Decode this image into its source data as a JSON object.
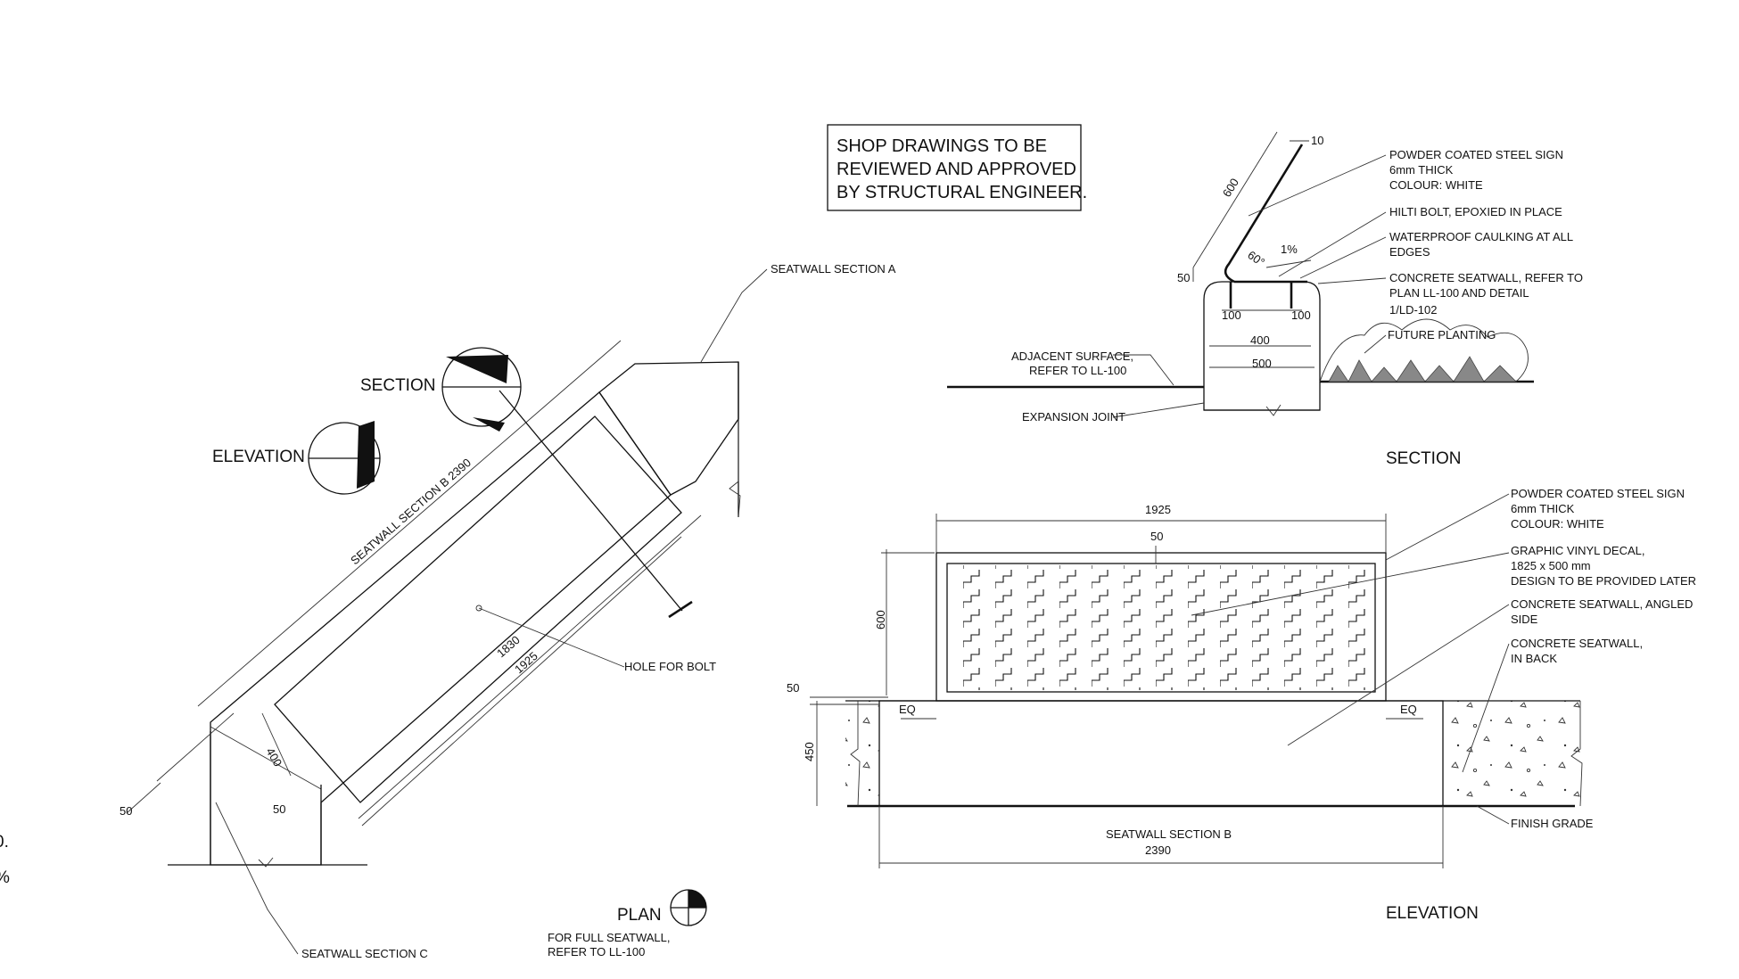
{
  "note_box": {
    "line1": "SHOP DRAWINGS TO BE",
    "line2": "REVIEWED AND APPROVED",
    "line3": "BY STRUCTURAL ENGINEER."
  },
  "plan": {
    "title": "PLAN",
    "note_line1": "FOR FULL SEATWALL,",
    "note_line2": "REFER TO LL-100",
    "seatwall_a": "SEATWALL SECTION A",
    "seatwall_c": "SEATWALL SECTION C",
    "seatwall_b": "SEATWALL SECTION B 2390",
    "hole_for_bolt": "HOLE FOR BOLT",
    "section_marker": "SECTION",
    "elevation_marker": "ELEVATION",
    "dim_1830": "1830",
    "dim_1925": "1925",
    "dim_400": "400",
    "dim_50a": "50",
    "dim_50b": "50"
  },
  "section": {
    "title": "SECTION",
    "sign_line1": "POWDER COATED STEEL SIGN",
    "sign_line2": "6mm THICK",
    "sign_line3": "COLOUR: WHITE",
    "hilti": "HILTI BOLT, EPOXIED IN PLACE",
    "caulk_line1": "WATERPROOF CAULKING AT ALL",
    "caulk_line2": "EDGES",
    "conc_line1": "CONCRETE SEATWALL, REFER TO",
    "conc_line2": "PLAN LL-100 AND DETAIL",
    "conc_line3": "1/LD-102",
    "future_planting": "FUTURE PLANTING",
    "adj_line1": "ADJACENT SURFACE,",
    "adj_line2": "REFER TO LL-100",
    "expansion_joint": "EXPANSION JOINT",
    "dim_600": "600",
    "dim_10": "10",
    "dim_60": "60°",
    "dim_1pct": "1%",
    "dim_50": "50",
    "dim_100a": "100",
    "dim_100b": "100",
    "dim_400": "400",
    "dim_500": "500"
  },
  "elevation": {
    "title": "ELEVATION",
    "sign_line1": "POWDER COATED STEEL SIGN",
    "sign_line2": "6mm THICK",
    "sign_line3": "COLOUR: WHITE",
    "decal_line1": "GRAPHIC VINYL DECAL,",
    "decal_line2": "1825 x 500 mm",
    "decal_line3": "DESIGN TO BE PROVIDED LATER",
    "angled_line1": "CONCRETE SEATWALL, ANGLED",
    "angled_line2": "SIDE",
    "back_line1": "CONCRETE SEATWALL,",
    "back_line2": "IN BACK",
    "finish_grade": "FINISH GRADE",
    "seatwall_b": "SEATWALL SECTION B",
    "dim_2390": "2390",
    "dim_1925": "1925",
    "dim_50top": "50",
    "dim_600": "600",
    "dim_50side": "50",
    "dim_450": "450",
    "eq_left": "EQ",
    "eq_right": "EQ"
  },
  "margin": {
    "frag1": "0.",
    "frag2": "%"
  }
}
